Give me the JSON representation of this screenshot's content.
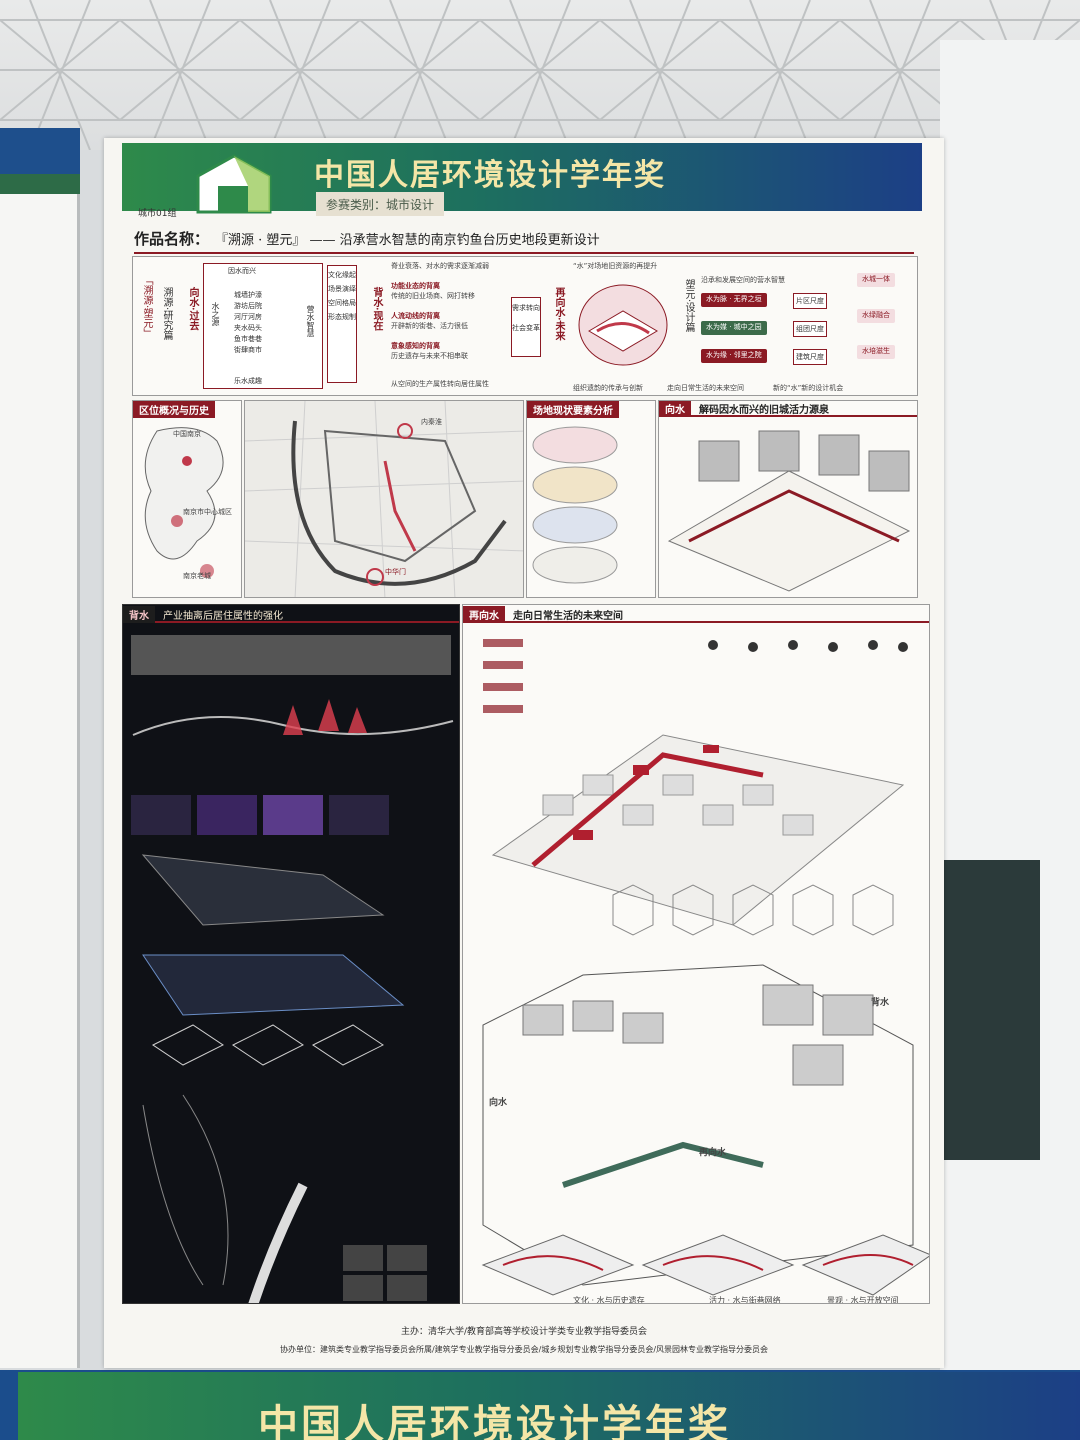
{
  "banner": {
    "title": "中国人居环境设计学年奖",
    "category": "参赛类别：城市设计",
    "group_code": "城市01组"
  },
  "work": {
    "prefix": "作品名称：",
    "name": "『溯源 · 塑元』 —— 沿承营水智慧的南京钓鱼台历史地段更新设计"
  },
  "research": {
    "side_title": "「溯源·塑元」",
    "side_sub": "溯源·研究篇",
    "stage_past": "向水·过去",
    "source": "水之源",
    "water_origin": "因水而兴",
    "history_items": [
      "城墙护濠",
      "游坊后院",
      "河厅河房",
      "夹水码头",
      "鱼市巷巷",
      "街肆商市"
    ],
    "water_joy": "乐水成趣",
    "water_wisdom": "营水智慧",
    "steps": [
      "文化缘起",
      "场景演绎",
      "空间格局",
      "形态规制"
    ],
    "stage_now": "背水·现在",
    "now_title": "脊业衰落、对水的需求逐渐减弱",
    "now_items": [
      "功能业态的背离",
      "人流动线的背离",
      "意象感知的背离"
    ],
    "now_sub": [
      "传统的旧业场商、网打转移",
      "开辟新的街巷、活力很低",
      "历史遗存与未来不相串联"
    ],
    "now_caption": "从空间的生产属性转向居住属性",
    "needs": [
      "需求转向",
      "社会变革"
    ],
    "stage_future": "再向水·未来",
    "future_caption": "“水”对场地旧资源的再提升",
    "future_right": "沿承和发展空间的营水智慧",
    "design_side": "塑元·设计篇",
    "strategies": [
      "水为脉 · 无界之垣",
      "水为媒 · 城中之园",
      "水为缘 · 邻里之院"
    ],
    "results": [
      "片区尺度",
      "组团尺度",
      "建筑尺度"
    ],
    "right_tags": [
      "水城一体",
      "水绿融合",
      "水培滋生"
    ],
    "bottom_captions": [
      "组织遗韵的传承与创新",
      "走向日常生活的未来空间",
      "新的“水”新的设计机会"
    ]
  },
  "sections": {
    "location": "区位概况与历史",
    "layers": "场地现状要素分析",
    "xiangshui_tag": "向水",
    "xiangshui_title": "解码因水而兴的旧城活力源泉",
    "beishui_tag": "背水",
    "beishui_title": "产业抽离后居住属性的强化",
    "zaixiangshui_tag": "再向水",
    "zaixiangshui_title": "走向日常生活的未来空间",
    "legend_words": [
      "中国南京",
      "南京市中心城区",
      "南京老城",
      "内秦淮",
      "中华门"
    ]
  },
  "axon_labels": [
    "向水",
    "背水",
    "再向水"
  ],
  "bottom_labels": [
    "文化 · 水与历史遗存",
    "活力 · 水与街巷网络",
    "景观 · 水与开放空间"
  ],
  "footer": {
    "host": "主办：清华大学/教育部高等学校设计学类专业教学指导委员会",
    "co": "协办单位：建筑类专业教学指导委员会所属/建筑学专业教学指导分委员会/城乡规划专业教学指导分委员会/风景园林专业教学指导分委员会"
  },
  "colors": {
    "accent": "#8b1a24",
    "banner_green": "#2e8a4a",
    "banner_blue": "#1c3f86",
    "title_yellow": "#f4e6a7"
  }
}
